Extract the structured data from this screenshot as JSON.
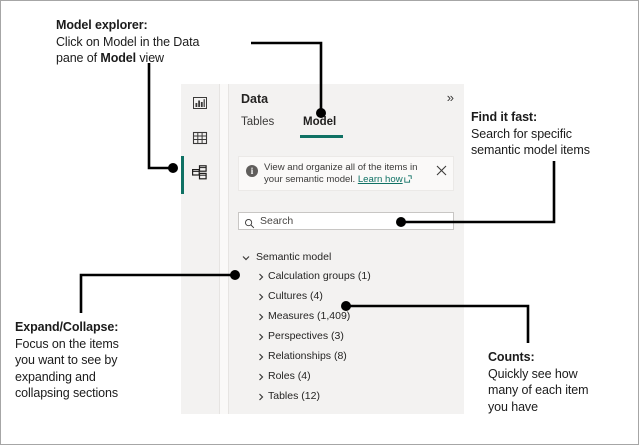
{
  "annotations": [
    {
      "id": "model-explorer",
      "title": "Model explorer:",
      "line1": "Click on Model in the Data",
      "line2_a": "pane of ",
      "line2_b": "Model",
      "line2_c": " view"
    },
    {
      "id": "find-it-fast",
      "title": "Find it fast:",
      "line1": "Search for specific",
      "line2": "semantic model items"
    },
    {
      "id": "expand-collapse",
      "title": "Expand/Collapse:",
      "line1": "Focus on the items",
      "line2": "you want to see by",
      "line3": "expanding and",
      "line4": "collapsing sections"
    },
    {
      "id": "counts",
      "title": "Counts:",
      "line1": "Quickly see how",
      "line2": "many of each item",
      "line3": "you have"
    }
  ],
  "panel": {
    "view_rail": {
      "items": [
        {
          "name": "report-view",
          "icon": "bar-chart-icon",
          "selected": false
        },
        {
          "name": "table-view",
          "icon": "grid-table-icon",
          "selected": false
        },
        {
          "name": "model-view",
          "icon": "model-relationships-icon",
          "selected": true
        }
      ]
    },
    "header": {
      "title": "Data",
      "collapse_icon": "»"
    },
    "tabs": [
      {
        "label": "Tables",
        "selected": false
      },
      {
        "label": "Model",
        "selected": true
      }
    ],
    "info_banner": {
      "text_part1": "View and organize all of the items in your semantic model. ",
      "link_text": "Learn how",
      "icon": "info-icon",
      "close_icon": "close-icon",
      "external_icon": "external-link-icon"
    },
    "search": {
      "placeholder": "Search",
      "value": "",
      "icon": "search-icon"
    },
    "tree": {
      "root": {
        "label": "Semantic model",
        "expanded": true
      },
      "items": [
        {
          "label": "Calculation groups (1)",
          "expanded": false
        },
        {
          "label": "Cultures (4)",
          "expanded": false
        },
        {
          "label": "Measures (1,409)",
          "expanded": false
        },
        {
          "label": "Perspectives (3)",
          "expanded": false
        },
        {
          "label": "Relationships (8)",
          "expanded": false
        },
        {
          "label": "Roles (4)",
          "expanded": false
        },
        {
          "label": "Tables (12)",
          "expanded": false
        }
      ]
    }
  },
  "colors": {
    "accent_teal": "#0f7164",
    "panel_bg": "#f3f2f1",
    "callout_black": "#000000",
    "border_gray": "#a6a6a6"
  }
}
